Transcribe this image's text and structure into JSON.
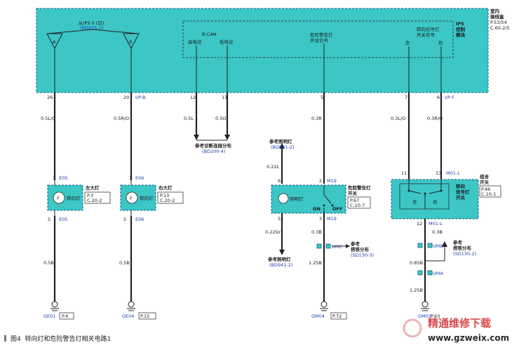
{
  "ips": {
    "indoor_label": [
      "室内",
      "接线盒"
    ],
    "indoor_ref": [
      "P.53/54",
      "C.60-2/5"
    ],
    "ips_label": [
      "IPS",
      "控制",
      "模块"
    ],
    "from_label": "从IPS 0 (见)",
    "from_ref": "(BD025-1)",
    "terminal_a": "A",
    "terminal_b": "B",
    "bcan_label": "B-CAN",
    "bcan_high": "高电位",
    "bcan_low": "低电位",
    "hazard_label": [
      "危险警告灯",
      "开关信号"
    ],
    "turn_label": [
      "转向信号灯",
      "开关信号"
    ],
    "turn_left": "左",
    "turn_right": "右"
  },
  "pins": {
    "p26": "26",
    "p20": "20",
    "ipb": "I/P-B",
    "p12": "12",
    "p11": "11",
    "p5": "5",
    "p7": "7",
    "p6": "6",
    "ipf": "I/P-F"
  },
  "wires": {
    "w1": "0.5L/O",
    "w2": "0.5R/O",
    "w3": "0.5L",
    "w4": "0.5O",
    "w5": "0.3R",
    "w6": "0.3L/O",
    "w7": "0.3R/O",
    "w8": "0.5B",
    "w9": "0.5B",
    "w10": "0.22L",
    "w11": "0.22Gr",
    "w12": "0.3B",
    "w13": "1.25B",
    "w14": "0.3B",
    "w15": "0.85B",
    "w16": "1.25B"
  },
  "bcan_ref": {
    "text": "参考诊断连接分布",
    "code": "(BD200-4)"
  },
  "left_lamp": {
    "pin_top": "1",
    "conn_top": "E05",
    "title": "左大灯",
    "ref": [
      "P.3",
      "C.20-2"
    ],
    "bulb": "转向灯",
    "pin_bot": "5",
    "conn_bot": "E05",
    "ground": "GE01",
    "ground_ref": "P.4"
  },
  "right_lamp": {
    "pin_top": "1",
    "conn_top": "E06",
    "title": "右大灯",
    "ref": [
      "P.13",
      "C.20-2"
    ],
    "bulb": "转向灯",
    "pin_bot": "5",
    "conn_bot": "E06",
    "ground": "GE04",
    "ground_ref": "P.15"
  },
  "hazard_switch": {
    "top_ref_text": "参考照明灯",
    "top_ref_code": "(BD941-2)",
    "pin_tl": "6",
    "pin_tr": "2",
    "conn_top": "M19",
    "title": [
      "危险警告灯",
      "开关"
    ],
    "ref": [
      "P.67",
      "C.10-7"
    ],
    "lamp": "照明灯",
    "on": "ON",
    "off": "OFF",
    "pin_bl": "5",
    "pin_br": "3",
    "conn_bot": "M19",
    "bot_ref_text": "参考照明灯",
    "bot_ref_code": "(BD941-2)",
    "umc": "UMC",
    "gnd_ref_text": "参考",
    "gnd_ref_text2": "搭铁分布",
    "gnd_ref_code": "(SD130-3)",
    "ground": "GM04",
    "ground_ref": "P.72"
  },
  "multi_switch": {
    "pin_l": "11",
    "pin_r": "13",
    "conn_top": "M01-L",
    "title": [
      "组合",
      "开关"
    ],
    "ref": [
      "P.46",
      "C.10-1"
    ],
    "sub": [
      "转向",
      "信号灯",
      "开关"
    ],
    "left": "左",
    "right": "右",
    "pin_bot": "12",
    "conn_bot": "M01-L",
    "umb": "UMB",
    "uma": "UMA",
    "gnd_ref_text": "参考",
    "gnd_ref_text2": "搭铁分布",
    "gnd_ref_code": "(SD130-2)",
    "ground": "GM03",
    "ground_ref": "P.63"
  },
  "caption": {
    "fig": "图4",
    "text": "转向灯和危险警告灯相关电路1"
  },
  "watermark": {
    "cn": "精通维修下载",
    "url": "www.gzweix.com"
  }
}
